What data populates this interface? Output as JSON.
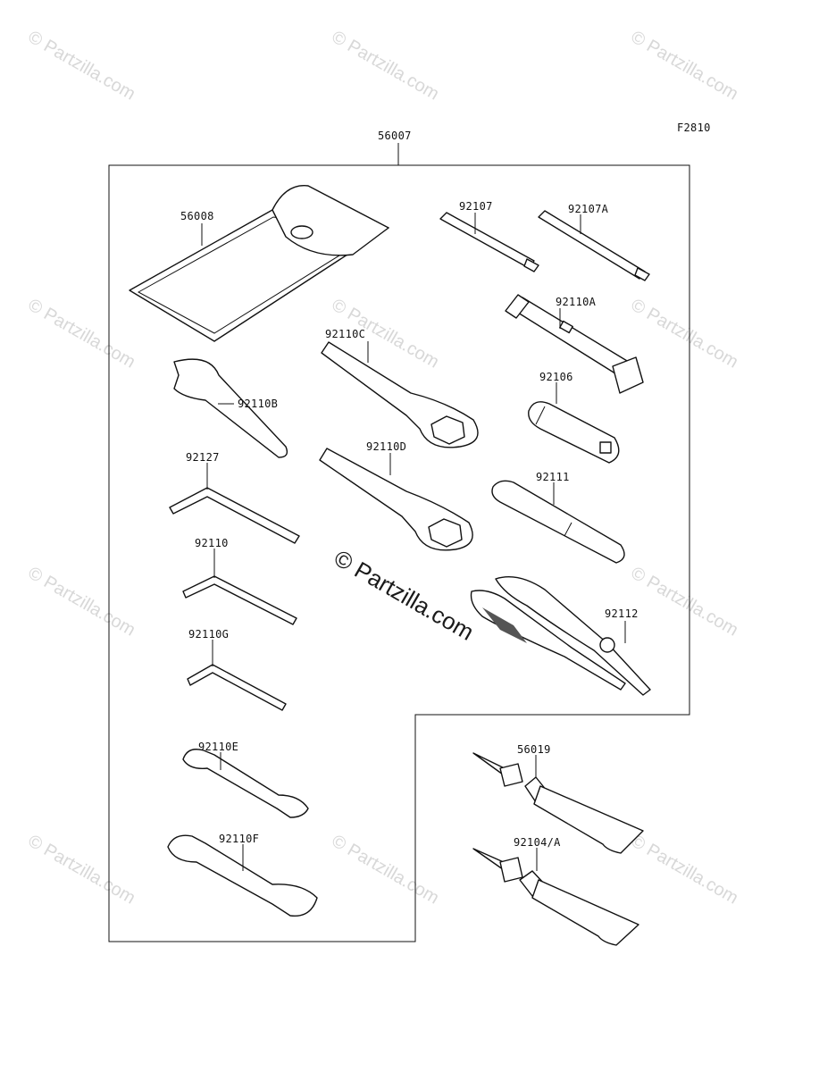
{
  "diagram": {
    "figure_code": "F2810",
    "watermark": "© Partzilla.com",
    "center_watermark": "© Partzilla.com",
    "parts": {
      "p56007": "56007",
      "p56008": "56008",
      "p92107": "92107",
      "p92107A": "92107A",
      "p92110A": "92110A",
      "p92110C": "92110C",
      "p92106": "92106",
      "p92110B": "92110B",
      "p92127": "92127",
      "p92110D": "92110D",
      "p92111": "92111",
      "p92110": "92110",
      "p92112": "92112",
      "p92110G": "92110G",
      "p92110E": "92110E",
      "p56019": "56019",
      "p92110F": "92110F",
      "p92104A": "92104/A"
    }
  }
}
